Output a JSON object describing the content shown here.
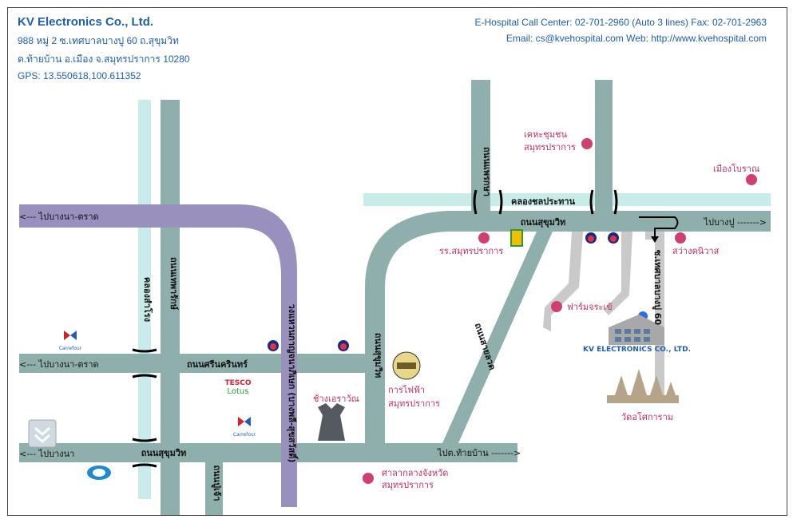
{
  "company": {
    "name": "KV Electronics Co., Ltd.",
    "address_line1": "988 หมู่ 2 ซ.เทศบาลบางปู 60 ถ.สุขุมวิท",
    "address_line2": "ต.ท้ายบ้าน อ.เมือง จ.สมุทรปราการ 10280",
    "gps": "GPS: 13.550618,100.611352",
    "callcenter": "E-Hospital Call Center: 02-701-2960 (Auto 3 lines) Fax: 02-701-2963",
    "email_web": "Email: cs@kvehospital.com Web: http://www.kvehospital.com",
    "map_label": "KV ELECTRONICS CO., LTD."
  },
  "roads": {
    "phraekasa": "ถนนแพรกษา",
    "khlong_chonprathan": "คลองชลประทาน",
    "sukhumvit_top": "ถนนสุขุมวิท",
    "sukhumvit_vertical": "ถนนสุขุมวิท",
    "sukhumvit_bottom": "ถนนสุขุมวิท",
    "sai_luat": "ถนนสายลวด",
    "srinakarin": "ถนนศรีนครินทร์",
    "thepharak": "ถนนเทพารักษ์",
    "khlong_samrong": "คลองสำโรง",
    "expressway": "วงแหวนกาญจนาภิเษก (บางพลี-สุขสวัสดิ์)",
    "pu_chao": "ถนนปู่เจ้า",
    "soi_60": "ซ.เทศบาลบางปู 60"
  },
  "directions": {
    "bangna_trat_top": "<--- ไปบางนา-ตราด",
    "bangna_trat_mid": "<--- ไปบางนา-ตราด",
    "bangna_bottom": "<--- ไปบางนา",
    "bangpu": "ไปบางปู ------->",
    "thaiban": "ไปต.ท้ายบ้าน ------->"
  },
  "places": {
    "community_hospital": "เคหะชุมชน",
    "community_hospital2": "สมุทรปราการ",
    "muang_boran": "เมืองโบราณ",
    "school": "รร.สมุทรปราการ",
    "sawang_niwat": "สว่างคนิวาส",
    "farm_jorakhe": "ฟาร์มจระเข้",
    "erawan": "ช้างเอราวัณ",
    "electricity": "การไฟฟ้า",
    "electricity2": "สมุทรปราการ",
    "city_hall": "ศาลากลางจังหวัด",
    "city_hall2": "สมุทรปราการ",
    "wat": "วัดอโศการาม",
    "carrefour_label": "Carrefour",
    "tesco": "TESCO",
    "lotus": "Lotus"
  },
  "colors": {
    "road": "#8fafad",
    "canal": "#c7ecea",
    "expressway": "#9990bd",
    "poi_dot": "#d0406e",
    "text_blue": "#1f5fae",
    "fuel_red": "#e0304a",
    "kv_dot": "#2a6ee0"
  }
}
